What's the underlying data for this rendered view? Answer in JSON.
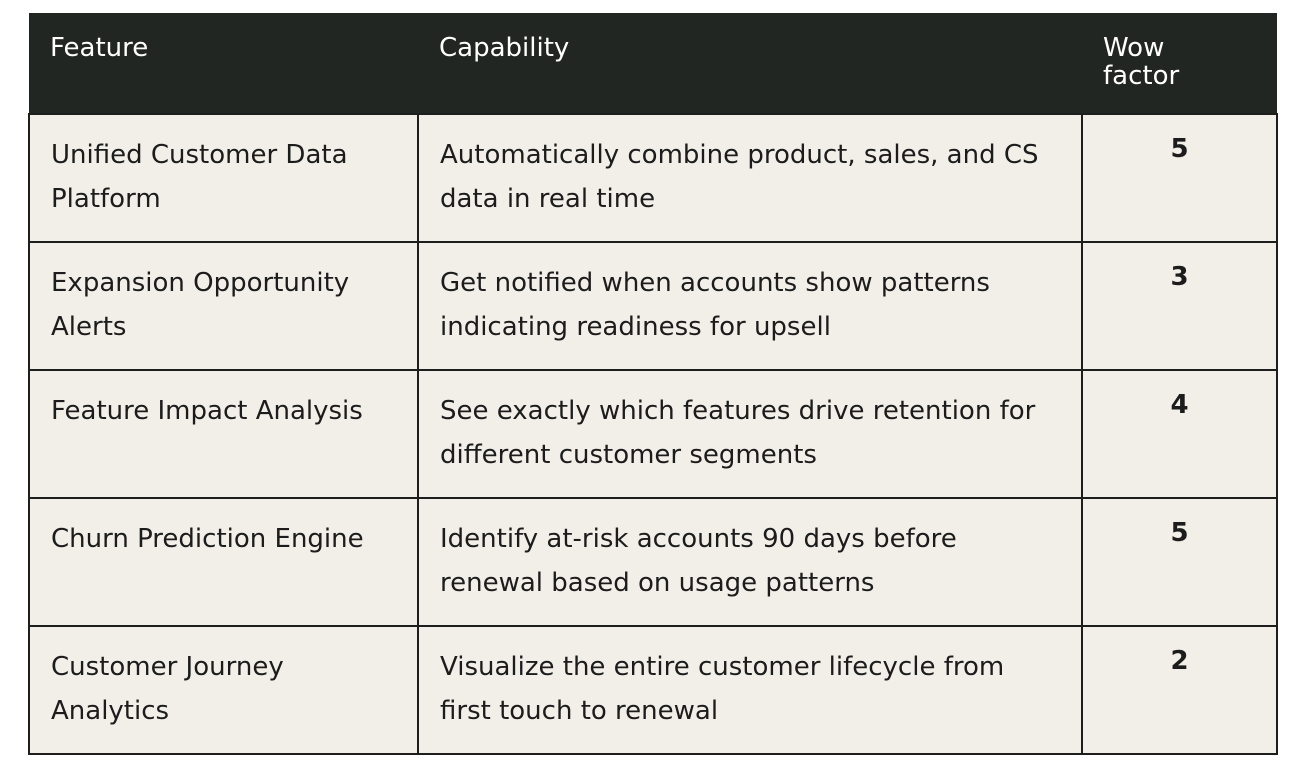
{
  "table": {
    "headers": [
      "Feature",
      "Capability",
      "Wow factor"
    ],
    "rows": [
      {
        "feature": "Unified Customer Data Platform",
        "capability": "Automatically combine product, sales, and CS data in real time",
        "wow": "5"
      },
      {
        "feature": "Expansion Opportunity Alerts",
        "capability": "Get notified when accounts show patterns indicating readiness for upsell",
        "wow": "3"
      },
      {
        "feature": "Feature Impact Analysis",
        "capability": "See exactly which features drive retention for different customer segments",
        "wow": "4"
      },
      {
        "feature": "Churn Prediction Engine",
        "capability": "Identify at-risk accounts 90 days before renewal based on usage patterns",
        "wow": "5"
      },
      {
        "feature": "Customer Journey Analytics",
        "capability": "Visualize the entire customer lifecycle from first touch to renewal",
        "wow": "2"
      }
    ]
  },
  "colors": {
    "header_bg": "#222622",
    "header_text": "#ffffff",
    "cell_bg": "#f1efe8",
    "border": "#1e1e1e"
  }
}
